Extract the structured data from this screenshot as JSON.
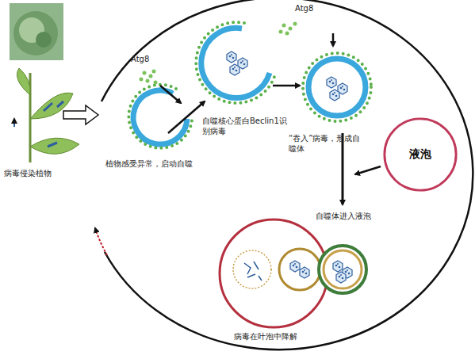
{
  "diagram": {
    "nodes": [
      {
        "text": [
          "液泡"
        ]
      }
    ],
    "labels": [
      "病毒侵染植物",
      "植物感受异常，启动自噬",
      "Atg8",
      "自噬核心蛋白Beclin1识别病毒",
      "Atg8",
      "“吞入”病毒，形成自噬体",
      "自噬体进入液泡",
      "病毒在叶泡中降解"
    ]
  }
}
